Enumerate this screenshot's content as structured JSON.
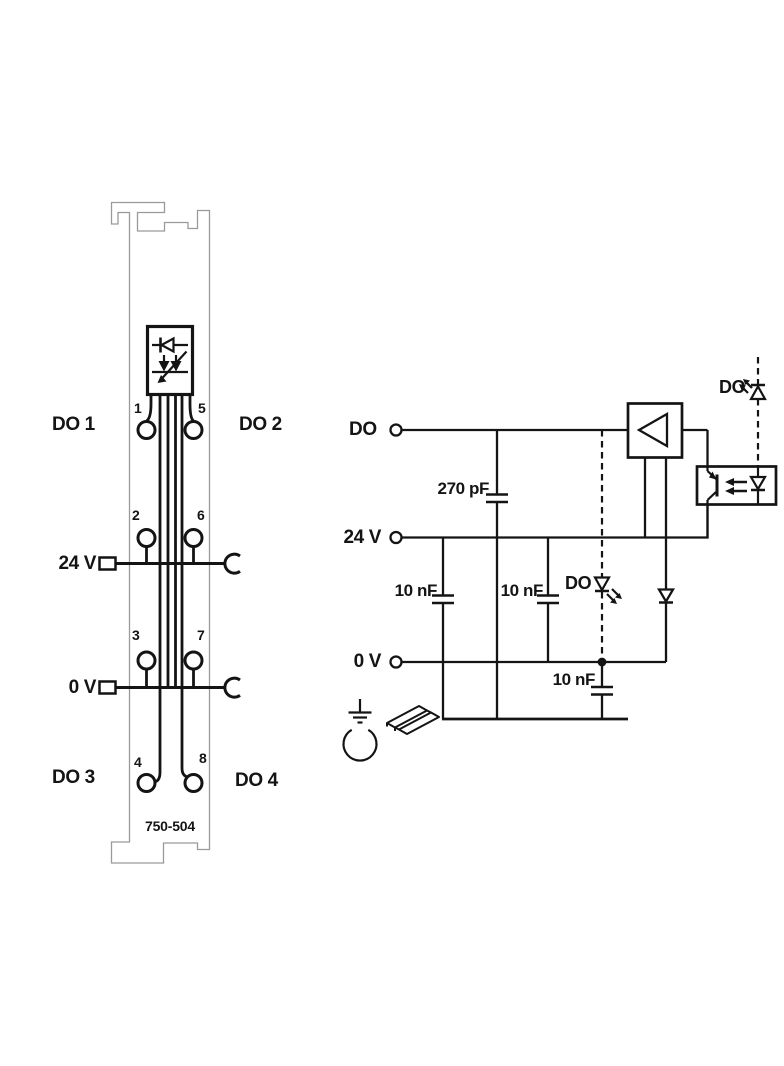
{
  "colors": {
    "ink": "#141414",
    "module_outline": "#9a9a9a",
    "background": "#ffffff"
  },
  "module": {
    "part_number": "750-504",
    "channels": {
      "do1": "DO 1",
      "do2": "DO 2",
      "do3": "DO 3",
      "do4": "DO 4"
    },
    "power": {
      "supply": "24 V",
      "ground": "0 V"
    },
    "terminals": {
      "t1": "1",
      "t2": "2",
      "t3": "3",
      "t4": "4",
      "t5": "5",
      "t6": "6",
      "t7": "7",
      "t8": "8"
    },
    "icons": {
      "status_leds": "led-indicator-box-icon",
      "power_jumper": "power-jumper-contact-icon"
    }
  },
  "schematic": {
    "do_label": "DO",
    "supply_label": "24 V",
    "ground_label": "0 V",
    "cap_270pf": "270 pF",
    "cap_10nf_left": "10 nF",
    "cap_10nf_mid": "10 nF",
    "cap_10nf_bottom": "10 nF",
    "status_led_label": "DO",
    "bus_led_label": "DO",
    "icons": {
      "driver": "amplifier-triangle-icon",
      "optocoupler": "optocoupler-icon",
      "diode": "diode-icon",
      "earth": "earth-ground-icon",
      "din_rail": "din-rail-icon",
      "led": "led-icon"
    }
  }
}
